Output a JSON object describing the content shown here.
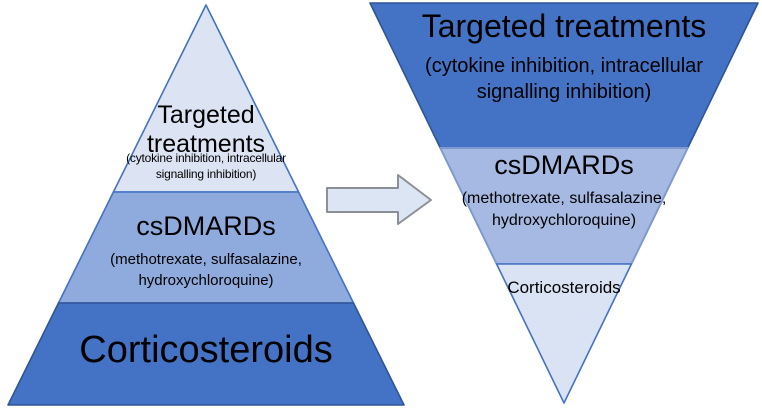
{
  "colors": {
    "dark_blue": "#4472C4",
    "medium_blue": "#8FAADC",
    "medium_blue_light": "#A6B9E2",
    "light_blue": "#DCE3F2",
    "lighter_blue": "#DAE3F3",
    "arrow_fill": "#DCE5F3",
    "arrow_border": "#8C9096",
    "text": "#000000"
  },
  "left_pyramid": {
    "orientation": "upright",
    "levels": [
      {
        "label": "Targeted\ntreatments",
        "sub": "(cytokine inhibition, intracellular\nsignalling inhibition)"
      },
      {
        "label": "csDMARDs",
        "sub": "(methotrexate, sulfasalazine,\nhydroxychloroquine)"
      },
      {
        "label": "Corticosteroids",
        "sub": ""
      }
    ]
  },
  "right_pyramid": {
    "orientation": "inverted",
    "levels": [
      {
        "label": "Targeted treatments",
        "sub": "(cytokine inhibition, intracellular\nsignalling inhibition)"
      },
      {
        "label": "csDMARDs",
        "sub": "(methotrexate, sulfasalazine,\nhydroxychloroquine)"
      },
      {
        "label": "Corticosteroids",
        "sub": ""
      }
    ]
  },
  "arrow": {
    "direction": "right"
  }
}
